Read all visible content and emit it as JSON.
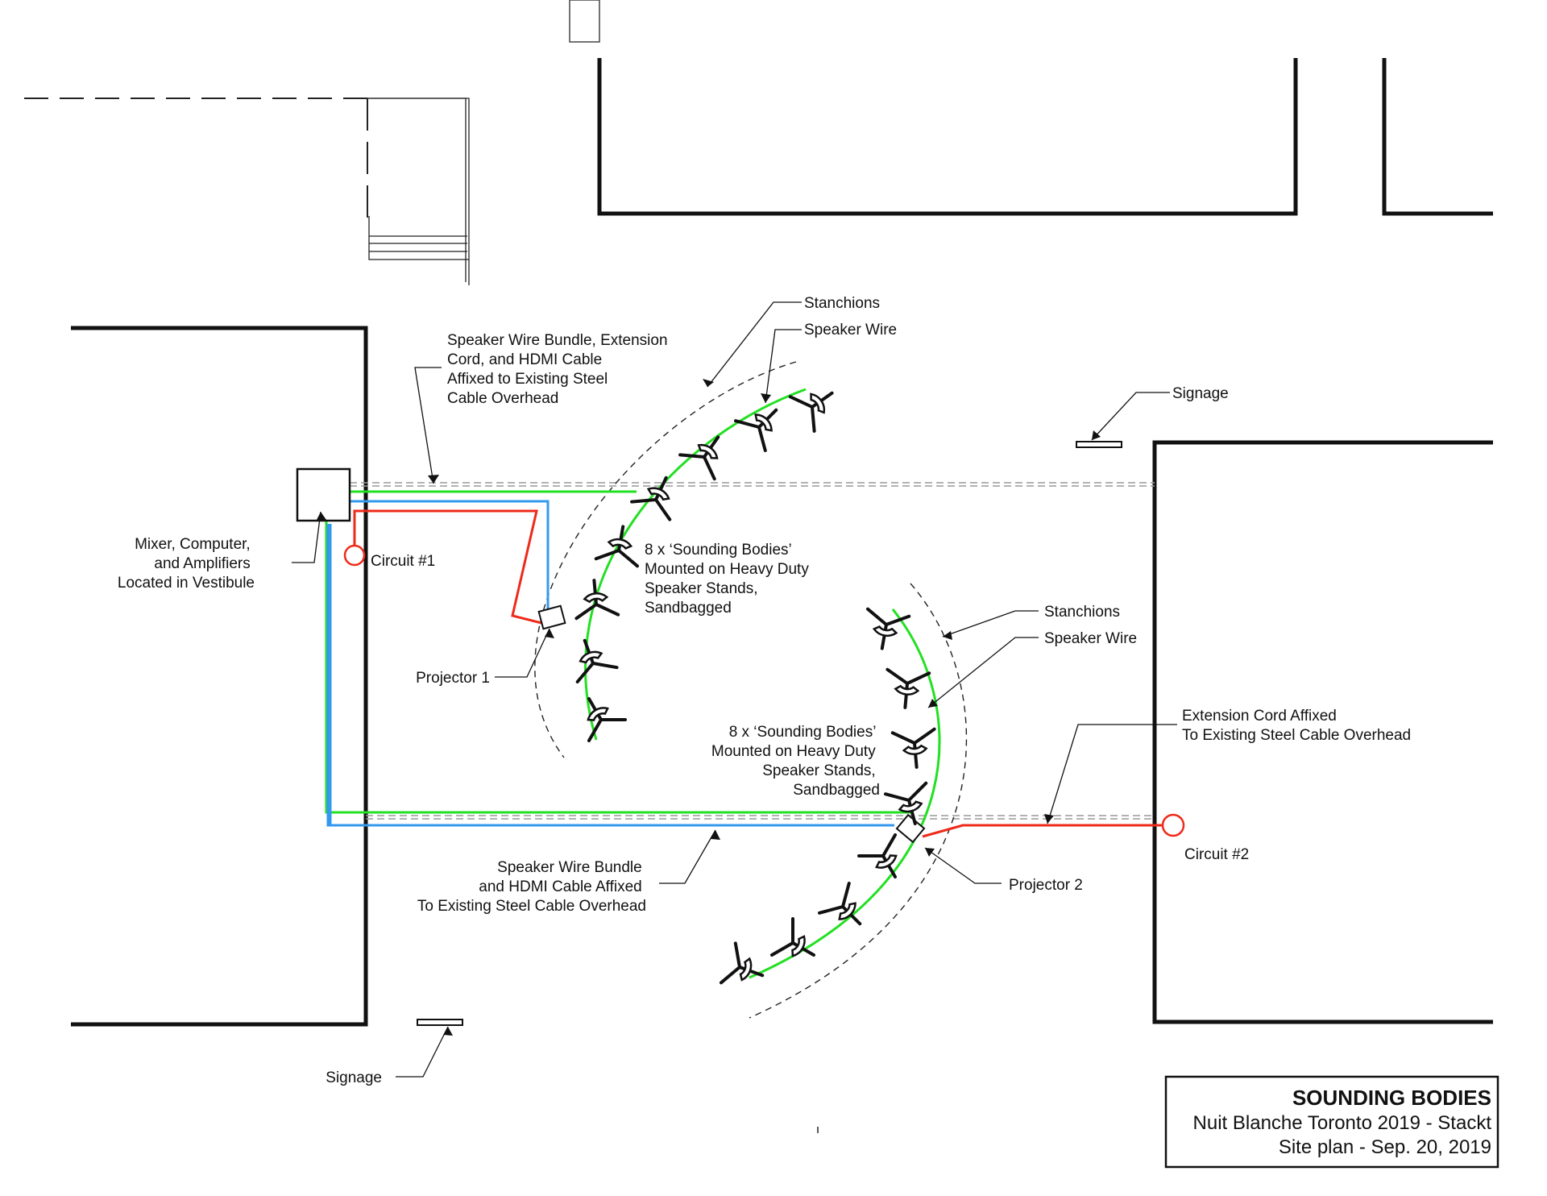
{
  "colors": {
    "speaker_wire": "#22e022",
    "hdmi_cable": "#3399ee",
    "extension_cord": "#ee2a1a",
    "walls": "#111111",
    "steel_cable": "#999999"
  },
  "labels": {
    "stanchions_1": "Stanchions",
    "speaker_wire_1": "Speaker Wire",
    "bundle_top": [
      "Speaker Wire Bundle, Extension",
      "Cord, and HDMI Cable",
      "Affixed to Existing Steel",
      "Cable Overhead"
    ],
    "signage_top": "Signage",
    "mixer": [
      "Mixer, Computer,",
      "and Amplifiers",
      "Located in Vestibule"
    ],
    "circuit_1": "Circuit #1",
    "bodies_1": [
      "8 x ‘Sounding Bodies’",
      "Mounted on Heavy Duty",
      "Speaker Stands,",
      "Sandbagged"
    ],
    "stanchions_2": "Stanchions",
    "speaker_wire_2": "Speaker Wire",
    "projector_1": "Projector 1",
    "extension_right": [
      "Extension Cord Affixed",
      "To Existing Steel Cable Overhead"
    ],
    "bodies_2": [
      "8 x ‘Sounding Bodies’",
      "Mounted on Heavy Duty",
      "Speaker Stands,",
      "Sandbagged"
    ],
    "circuit_2": "Circuit #2",
    "bundle_bottom": [
      "Speaker Wire Bundle",
      "and HDMI Cable Affixed",
      "To Existing Steel Cable Overhead"
    ],
    "projector_2": "Projector 2",
    "signage_bottom": "Signage"
  },
  "title_block": {
    "title": "SOUNDING BODIES",
    "line1": "Nuit Blanche Toronto 2019 - Stackt",
    "line2": "Site plan - Sep. 20, 2019"
  },
  "icons": {
    "speaker": "tripod-speaker-stand-icon",
    "projector": "projector-icon",
    "circuit": "power-circuit-icon",
    "signage": "signage-icon",
    "mixer": "equipment-box-icon"
  }
}
